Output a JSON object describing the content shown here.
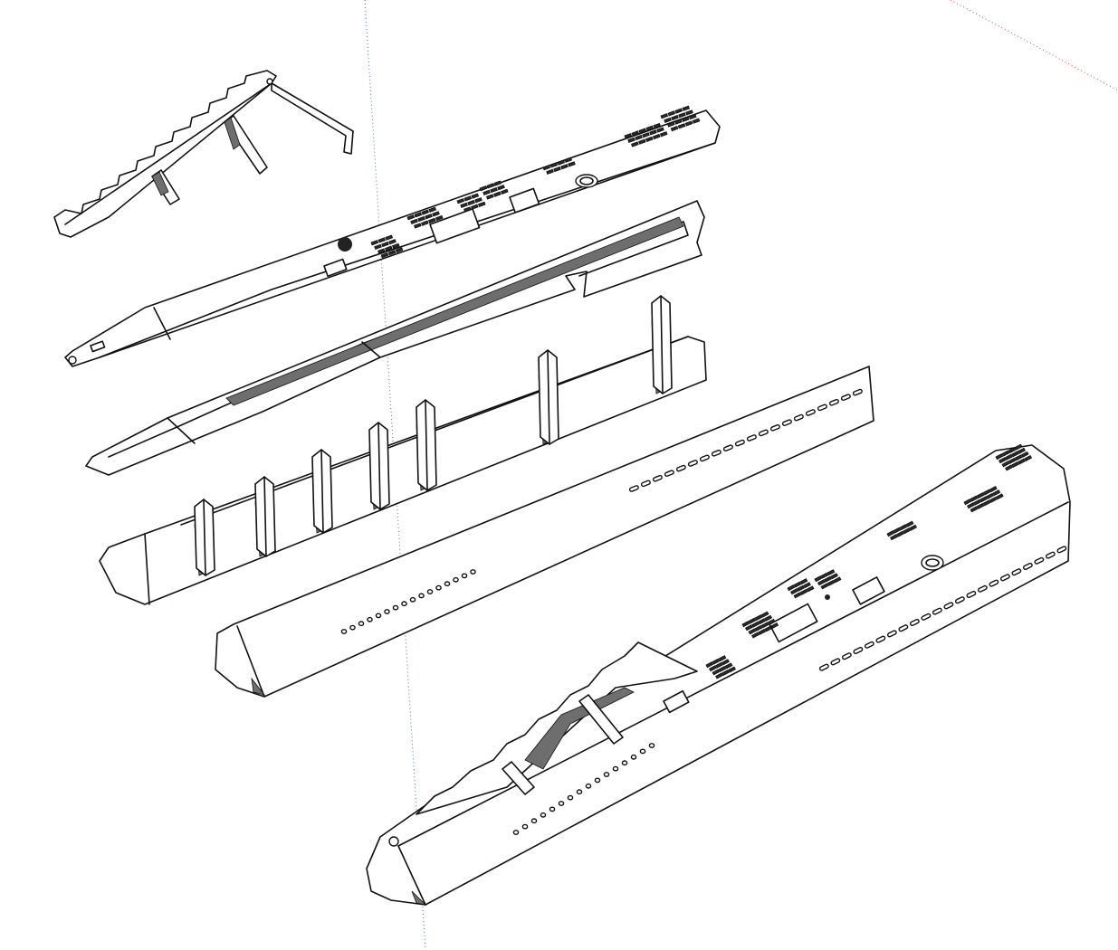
{
  "viewport": {
    "background": "#ffffff",
    "line_color": "#111111",
    "shadow_color": "#6e6e6e"
  },
  "parts": [
    {
      "id": "keel-frame-with-struts"
    },
    {
      "id": "top-deck-plate"
    },
    {
      "id": "deck-frame"
    },
    {
      "id": "bulkhead-tray"
    },
    {
      "id": "hull-side-panel"
    },
    {
      "id": "assembled-hull"
    }
  ]
}
